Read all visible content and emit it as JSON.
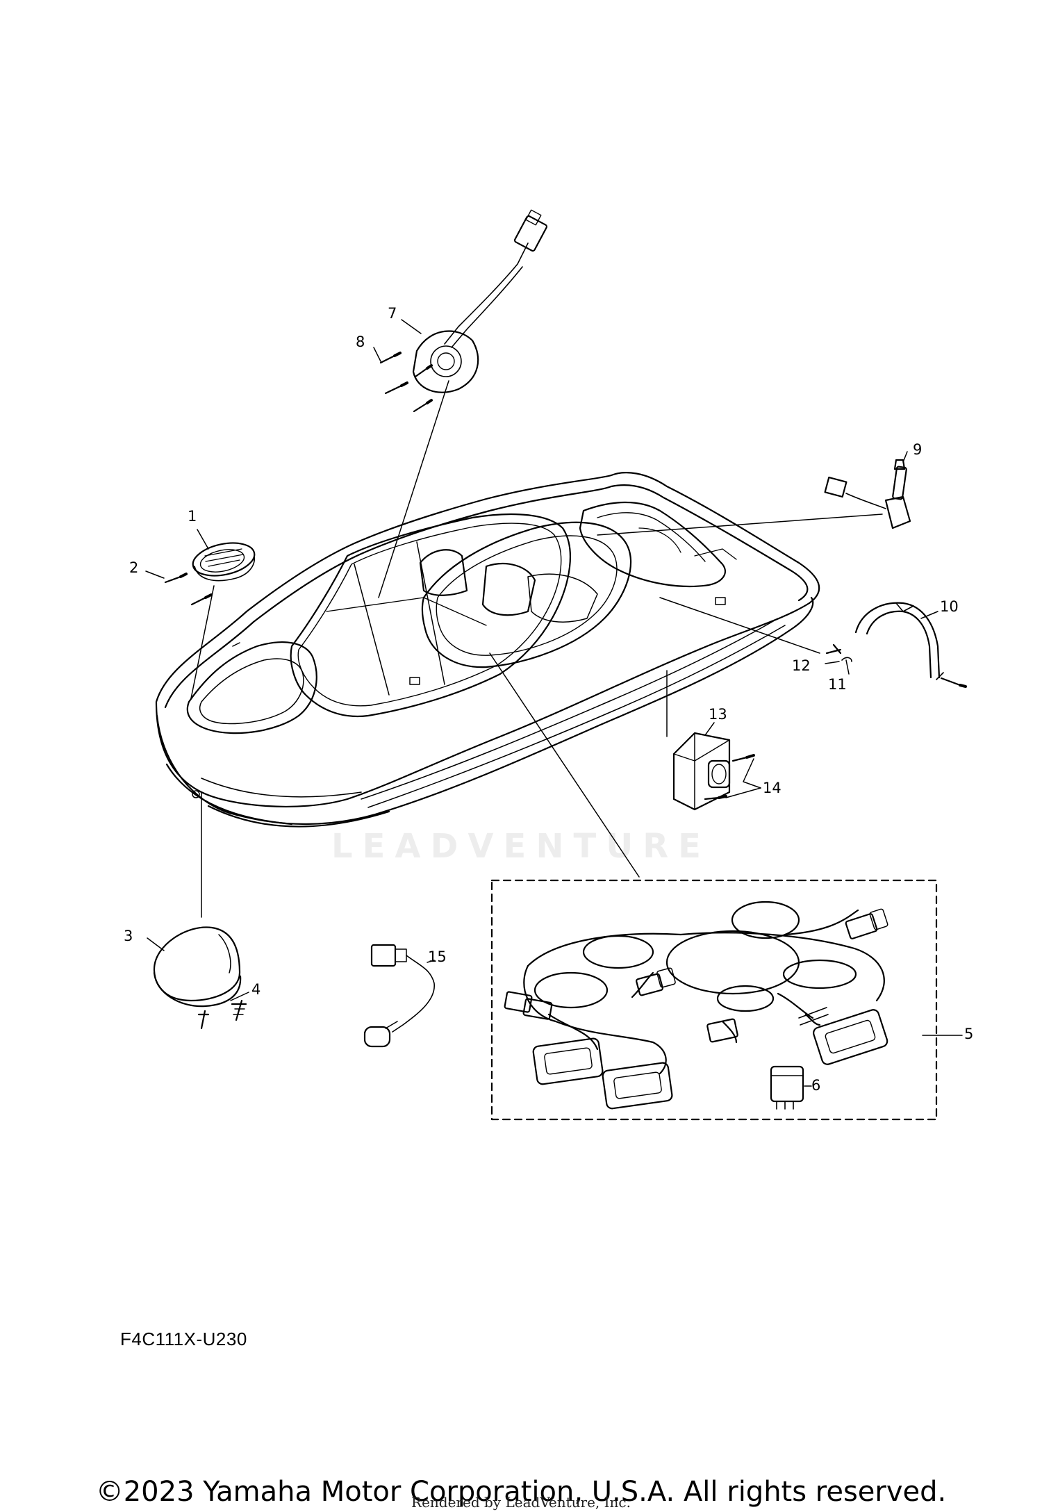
{
  "callouts": {
    "c1": "1",
    "c2": "2",
    "c3": "3",
    "c4": "4",
    "c5": "5",
    "c6": "6",
    "c7": "7",
    "c8": "8",
    "c9": "9",
    "c10": "10",
    "c11": "11",
    "c12": "12",
    "c13": "13",
    "c14": "14",
    "c15": "15"
  },
  "diagram_code": "F4C111X-U230",
  "watermark": "LEADVENTURE",
  "copyright": "©2023 Yamaha Motor Corporation, U.S.A. All rights reserved.",
  "rendered_by": "Rendered by LeadVenture, Inc."
}
